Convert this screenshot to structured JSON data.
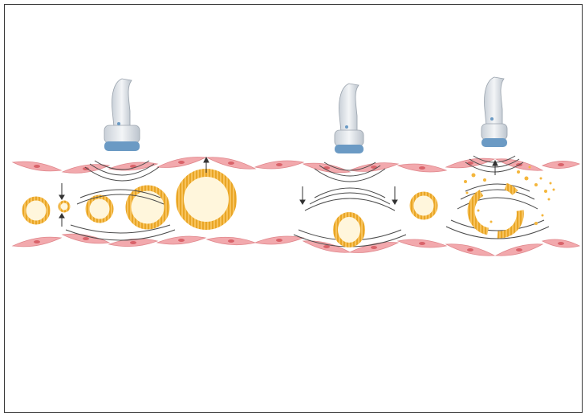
{
  "figure": {
    "stages": [
      {
        "id": "stage-1",
        "description_visible": false
      },
      {
        "id": "stage-2",
        "description_visible": false
      },
      {
        "id": "stage-3",
        "description_visible": false
      }
    ],
    "colors": {
      "endothelium_fill": "#f2a9ad",
      "endothelium_stroke": "#e0878c",
      "nucleus": "#d9636a",
      "bubble_shell": "#f4b63c",
      "bubble_core": "#fff6dc",
      "transducer_body": "#dfe4ea",
      "transducer_tip": "#6b9ac4",
      "wave": "#4a4a4a",
      "frame": "#3a3a3a"
    },
    "icons": [
      "ultrasound-transducer-icon",
      "microbubble-icon",
      "endothelial-cell-icon",
      "arrow-icon"
    ]
  }
}
